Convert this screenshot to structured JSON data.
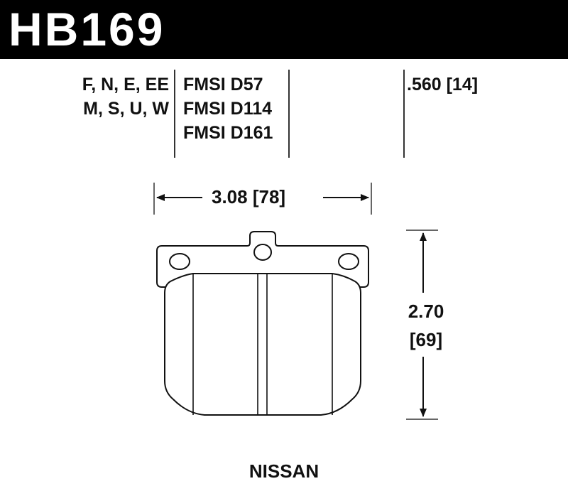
{
  "header": {
    "part_number": "HB169"
  },
  "specs": {
    "compounds_line1": "F, N, E, EE",
    "compounds_line2": "M, S, U, W",
    "fmsi": [
      "FMSI D57",
      "FMSI D114",
      "FMSI D161"
    ],
    "thickness": ".560 [14]"
  },
  "dimensions": {
    "width": "3.08 [78]",
    "height_line1": "2.70",
    "height_line2": "[69]"
  },
  "vehicle": {
    "make": "NISSAN"
  }
}
